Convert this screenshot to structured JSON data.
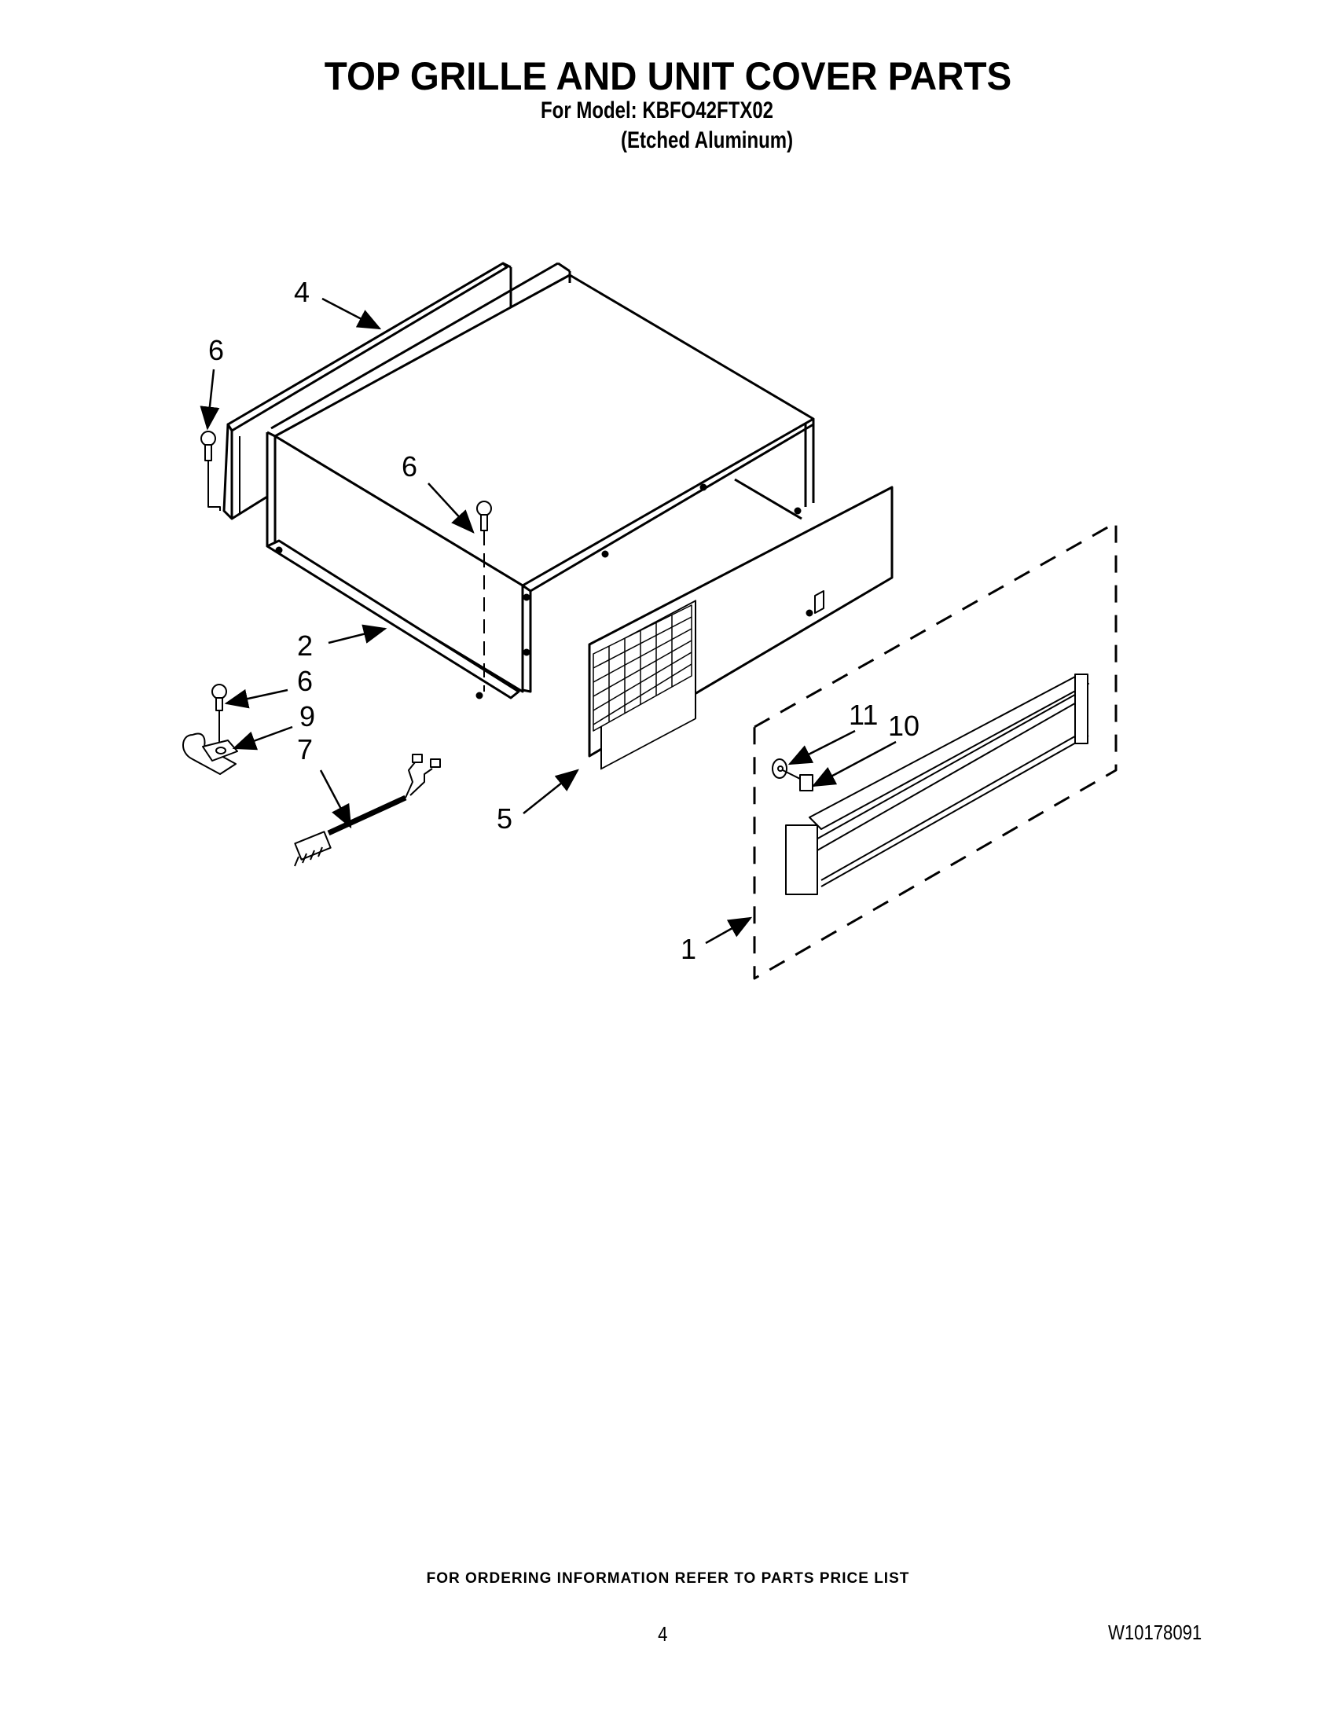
{
  "header": {
    "title": "TOP GRILLE AND UNIT COVER PARTS",
    "model_line": "For Model: KBFO42FTX02",
    "finish_line": "(Etched Aluminum)"
  },
  "diagram": {
    "callouts": [
      {
        "id": "c4",
        "label": "4"
      },
      {
        "id": "c6a",
        "label": "6"
      },
      {
        "id": "c6b",
        "label": "6"
      },
      {
        "id": "c2",
        "label": "2"
      },
      {
        "id": "c6c",
        "label": "6"
      },
      {
        "id": "c9",
        "label": "9"
      },
      {
        "id": "c7",
        "label": "7"
      },
      {
        "id": "c5",
        "label": "5"
      },
      {
        "id": "c11",
        "label": "11"
      },
      {
        "id": "c10",
        "label": "10"
      },
      {
        "id": "c1",
        "label": "1"
      }
    ]
  },
  "footer": {
    "ordering_note": "FOR ORDERING INFORMATION REFER TO PARTS PRICE LIST",
    "page_number": "4",
    "document_number": "W10178091"
  }
}
